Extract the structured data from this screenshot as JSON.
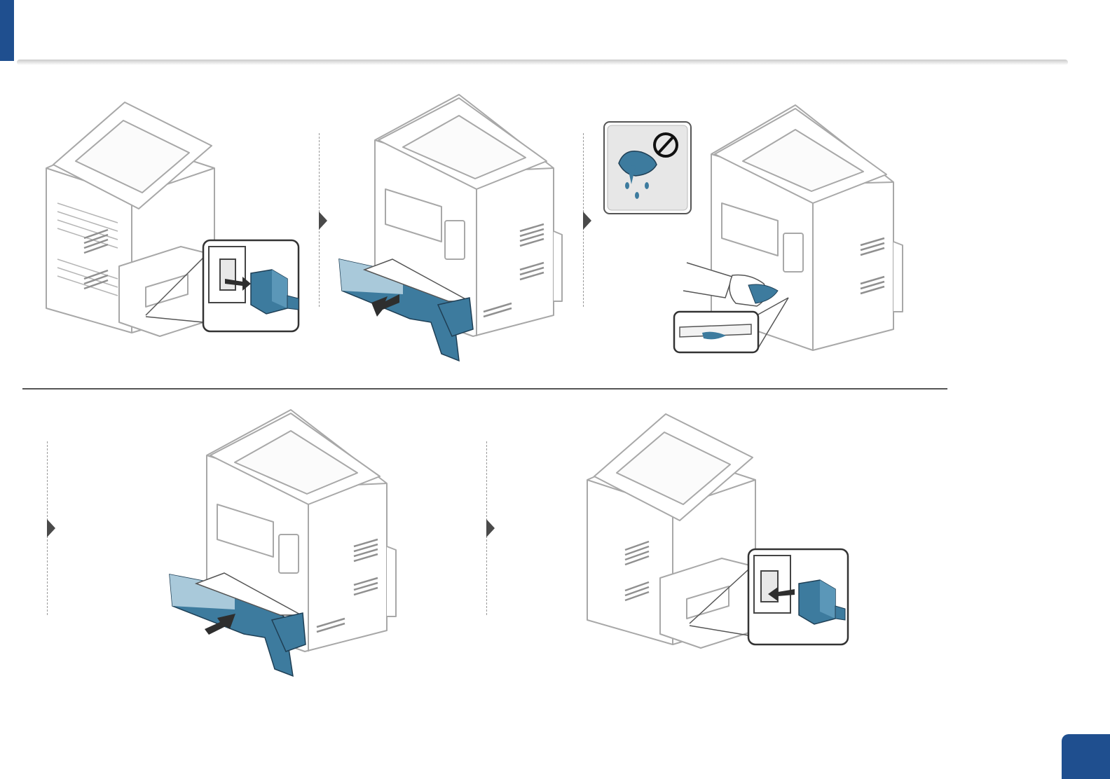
{
  "colors": {
    "accent": "#1f4f8f",
    "tray_blue": "#3d7b9e",
    "outline": "#a8a8a8",
    "arrow": "#333333"
  },
  "steps": [
    {
      "action": "unplug-power-cord",
      "icon": "power-plug-out-icon"
    },
    {
      "action": "pull-out-tray",
      "icon": "tray-out-icon"
    },
    {
      "action": "wipe-tray-area-with-dry-cloth",
      "icon": "no-wet-cloth-icon"
    },
    {
      "action": "insert-tray",
      "icon": "tray-in-icon"
    },
    {
      "action": "plug-in-power-cord",
      "icon": "power-plug-in-icon"
    }
  ]
}
